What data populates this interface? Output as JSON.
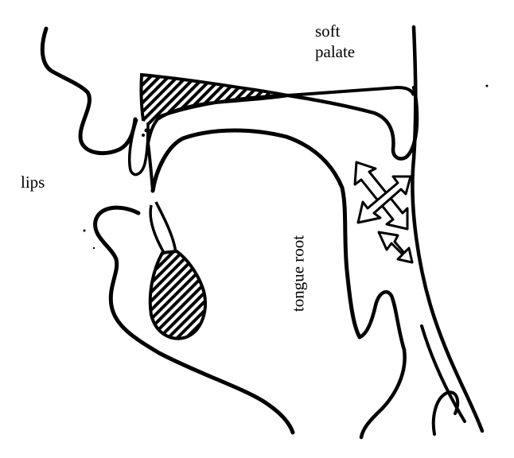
{
  "labels": {
    "soft_palate_line1": "soft",
    "soft_palate_line2": "palate",
    "lips": "lips",
    "tongue_root": "tongue root"
  },
  "colors": {
    "ink": "#000000",
    "paper": "#ffffff"
  }
}
